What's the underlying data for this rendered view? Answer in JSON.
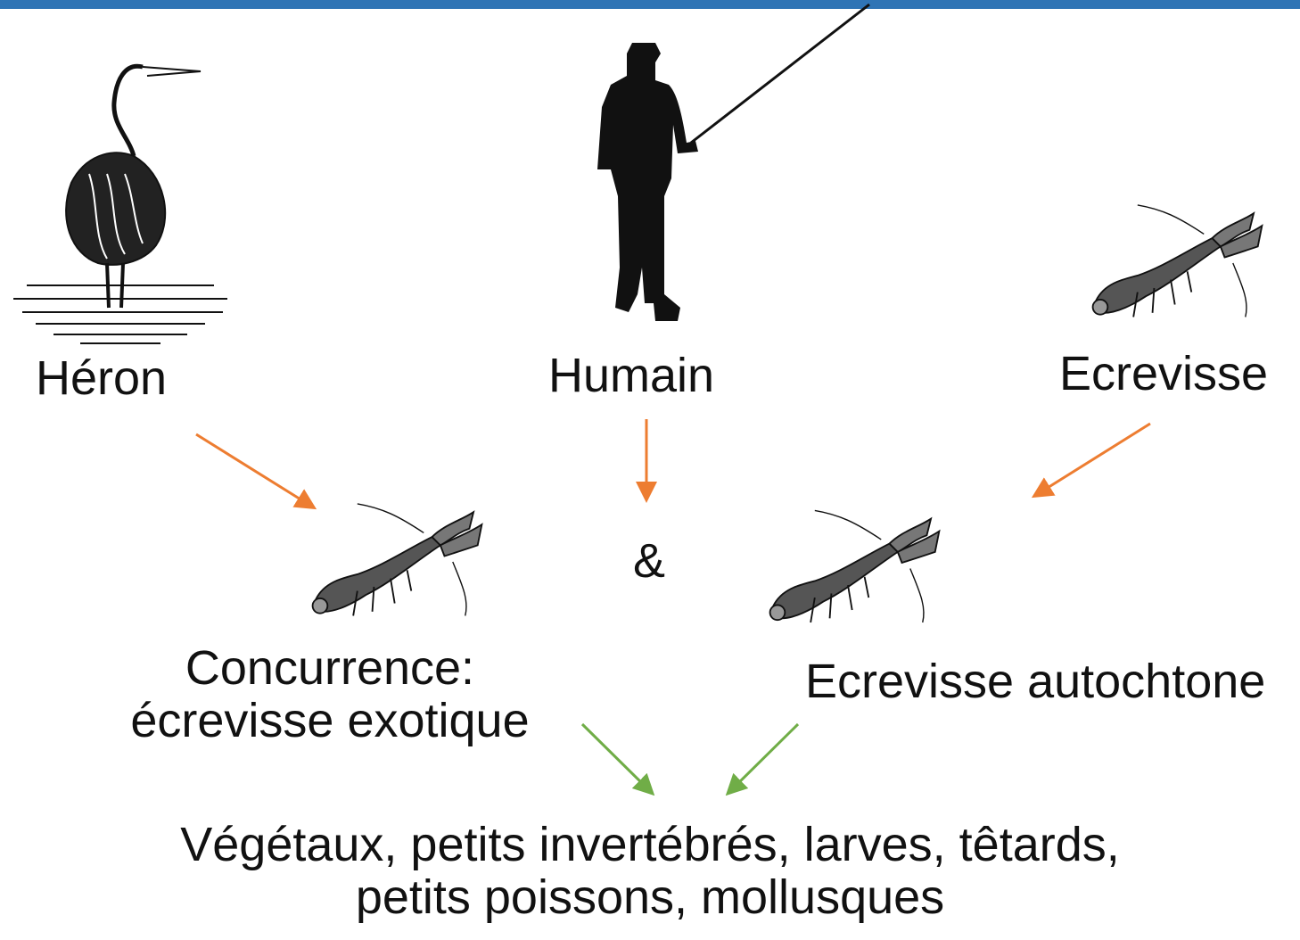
{
  "colors": {
    "topbar": "#2f74b5",
    "predation_arrow": "#ed7d31",
    "food_arrow": "#70ad47"
  },
  "nodes": {
    "heron": {
      "label": "Héron",
      "icon": "heron-icon"
    },
    "human": {
      "label": "Humain",
      "icon": "fisherman-icon"
    },
    "crayfish_predator": {
      "label": "Ecrevisse",
      "icon": "crayfish-icon"
    },
    "ampersand": "&",
    "exotic": {
      "line1": "Concurrence:",
      "line2": "écrevisse exotique",
      "icon": "crayfish-icon"
    },
    "native": {
      "label": "Ecrevisse autochtone",
      "icon": "crayfish-icon"
    },
    "food": {
      "line1": "Végétaux, petits invertébrés, larves, têtards,",
      "line2": "petits poissons, mollusques"
    }
  }
}
